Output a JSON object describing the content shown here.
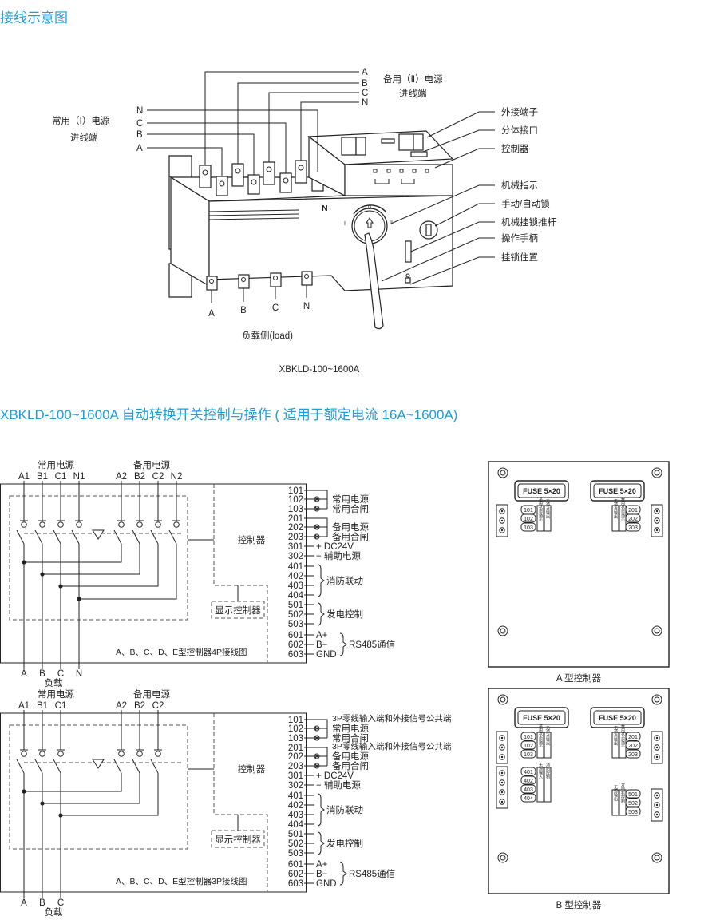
{
  "colors": {
    "accent": "#1a9fdc",
    "line": "#222222"
  },
  "page": {
    "section1_title": "接线示意图",
    "section2_title": "XBKLD-100~1600A 自动转换开关控制与操作 ( 适用于额定电流 16A~1600A)"
  },
  "device": {
    "backup_phases": [
      "A",
      "B",
      "C",
      "N"
    ],
    "backup_label": "备用（Ⅱ）电源",
    "backup_label2": "进线端",
    "normal_phases": [
      "N",
      "C",
      "B",
      "A"
    ],
    "normal_label": "常用（Ⅰ）电源",
    "normal_label2": "进线端",
    "callouts": [
      "外接端子",
      "分体接口",
      "控制器",
      "机械指示",
      "手动/自动锁",
      "机械挂锁推杆",
      "操作手柄",
      "挂锁住置"
    ],
    "load_phases": [
      "A",
      "B",
      "C",
      "N"
    ],
    "load_label": "负载侧(load)",
    "model": "XBKLD-100~1600A",
    "front_mark": "N",
    "dial_labels": [
      "I",
      "0",
      "II"
    ]
  },
  "wiring4p": {
    "normal_source": "常用电源",
    "backup_source": "备用电源",
    "normal_poles": [
      "A1",
      "B1",
      "C1",
      "N1"
    ],
    "backup_poles": [
      "A2",
      "B2",
      "C2",
      "N2"
    ],
    "load_poles": [
      "A",
      "B",
      "C",
      "N"
    ],
    "load_label": "负载",
    "controller": "控制器",
    "display_controller": "显示控制器",
    "caption": "A、B、C、D、E型控制器4P接线图",
    "rows": [
      {
        "n": "101",
        "mark": "",
        "t": ""
      },
      {
        "n": "102",
        "mark": "x",
        "t": "常用电源"
      },
      {
        "n": "103",
        "mark": "x",
        "t": "常用合闸"
      },
      {
        "n": "201",
        "mark": "",
        "t": ""
      },
      {
        "n": "202",
        "mark": "x",
        "t": "备用电源"
      },
      {
        "n": "203",
        "mark": "x",
        "t": "备用合闸"
      },
      {
        "n": "301",
        "mark": "",
        "t": "+ DC24V"
      },
      {
        "n": "302",
        "mark": "",
        "t": "− 辅助电源"
      },
      {
        "n": "401",
        "mark": "",
        "t": ""
      },
      {
        "n": "402",
        "mark": "",
        "t": ""
      },
      {
        "n": "403",
        "mark": "",
        "t": ""
      },
      {
        "n": "404",
        "mark": "",
        "t": ""
      },
      {
        "n": "501",
        "mark": "",
        "t": ""
      },
      {
        "n": "502",
        "mark": "",
        "t": ""
      },
      {
        "n": "503",
        "mark": "",
        "t": ""
      },
      {
        "n": "601",
        "mark": "",
        "t": "A+"
      },
      {
        "n": "602",
        "mark": "",
        "t": "B−"
      },
      {
        "n": "603",
        "mark": "",
        "t": "GND"
      }
    ],
    "braces": [
      {
        "from": 8,
        "to": 11,
        "label": "消防联动"
      },
      {
        "from": 12,
        "to": 14,
        "label": "发电控制"
      },
      {
        "from": 15,
        "to": 17,
        "label": "RS485通信"
      }
    ]
  },
  "wiring3p": {
    "normal_source": "常用电源",
    "backup_source": "备用电源",
    "normal_poles": [
      "A1",
      "B1",
      "C1"
    ],
    "backup_poles": [
      "A2",
      "B2",
      "C2"
    ],
    "load_poles": [
      "A",
      "B",
      "C"
    ],
    "load_label": "负载",
    "controller": "控制器",
    "display_controller": "显示控制器",
    "caption": "A、B、C、D、E型控制器3P接线图",
    "rows": [
      {
        "n": "101",
        "mark": "",
        "t": "3P零线输入端和外接信号公共端"
      },
      {
        "n": "102",
        "mark": "x",
        "t": "常用电源"
      },
      {
        "n": "103",
        "mark": "x",
        "t": "常用合闸"
      },
      {
        "n": "201",
        "mark": "",
        "t": "3P零线输入端和外接信号公共端"
      },
      {
        "n": "202",
        "mark": "x",
        "t": "备用电源"
      },
      {
        "n": "203",
        "mark": "x",
        "t": "备用合闸"
      },
      {
        "n": "301",
        "mark": "",
        "t": "+ DC24V"
      },
      {
        "n": "302",
        "mark": "",
        "t": "− 辅助电源"
      },
      {
        "n": "401",
        "mark": "",
        "t": ""
      },
      {
        "n": "402",
        "mark": "",
        "t": ""
      },
      {
        "n": "403",
        "mark": "",
        "t": ""
      },
      {
        "n": "404",
        "mark": "",
        "t": ""
      },
      {
        "n": "501",
        "mark": "",
        "t": ""
      },
      {
        "n": "502",
        "mark": "",
        "t": ""
      },
      {
        "n": "503",
        "mark": "",
        "t": ""
      },
      {
        "n": "601",
        "mark": "",
        "t": "A+"
      },
      {
        "n": "602",
        "mark": "",
        "t": "B−"
      },
      {
        "n": "603",
        "mark": "",
        "t": "GND"
      }
    ],
    "braces": [
      {
        "from": 8,
        "to": 11,
        "label": "消防联动"
      },
      {
        "from": 12,
        "to": 14,
        "label": "发电控制"
      },
      {
        "from": 15,
        "to": 17,
        "label": "RS485通信"
      }
    ]
  },
  "controllerA": {
    "caption": "A 型控制器",
    "fuse_left": "FUSE 5×20",
    "fuse_right": "FUSE 5×20",
    "left_terms": [
      "101",
      "102",
      "103"
    ],
    "left_tags": [
      "常用状态指示",
      "无源点输出"
    ],
    "right_terms": [
      "201",
      "202",
      "203"
    ],
    "right_tags": [
      "备用状态指示",
      "无源点输出"
    ]
  },
  "controllerB": {
    "caption": "B 型控制器",
    "fuse_left": "FUSE 5×20",
    "fuse_right": "FUSE 5×20",
    "left_terms": [
      "101",
      "102",
      "103"
    ],
    "left_tags": [
      "常用状态指示",
      "无源点输出"
    ],
    "right_terms": [
      "201",
      "202",
      "203"
    ],
    "right_tags": [
      "备用状态指示",
      "无源点输出"
    ],
    "fire_terms": [
      "401",
      "402",
      "403",
      "404"
    ],
    "fire_tags": [
      "无源输入",
      "消防控制"
    ],
    "gen_terms": [
      "501",
      "502",
      "503"
    ],
    "gen_tags": [
      "发电机控制",
      "无源输出"
    ]
  }
}
